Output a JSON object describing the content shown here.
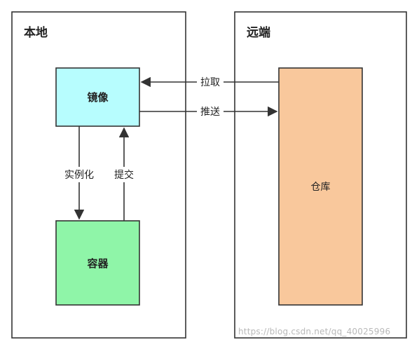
{
  "diagram": {
    "local": {
      "title": "本地"
    },
    "remote": {
      "title": "远端"
    },
    "nodes": {
      "image": {
        "label": "镜像",
        "fill": "#b7fdfe"
      },
      "container": {
        "label": "容器",
        "fill": "#8ff5a8"
      },
      "repository": {
        "label": "仓库",
        "fill": "#f9c89c"
      }
    },
    "edges": {
      "pull": {
        "label": "拉取"
      },
      "push": {
        "label": "推送"
      },
      "instantiate": {
        "label": "实例化"
      },
      "commit": {
        "label": "提交"
      }
    },
    "colors": {
      "stroke": "#333333",
      "arrow": "#333333"
    }
  },
  "watermark": {
    "text": "https://blog.csdn.net/qq_40025996"
  }
}
